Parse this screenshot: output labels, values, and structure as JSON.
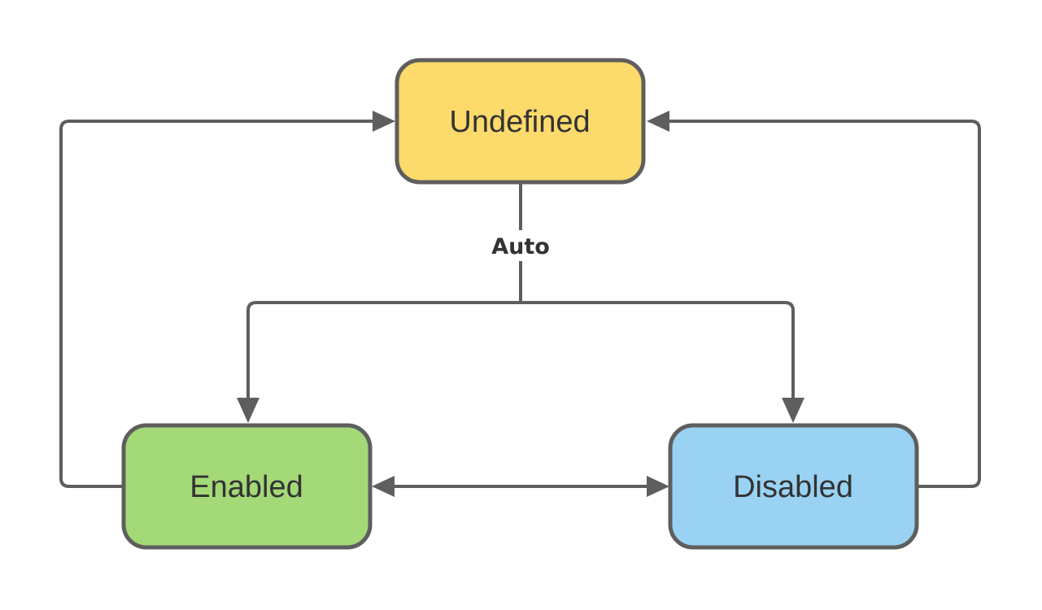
{
  "diagram": {
    "type": "state-diagram",
    "colors": {
      "background": "#FFFFFF",
      "line": "#5E5E5E",
      "node_border": "#5E5E5E",
      "text": "#333333"
    },
    "auto_label": "Auto",
    "nodes": [
      {
        "id": "undefined",
        "label": "Undefined",
        "fill": "#FCDA6B",
        "position": "top-center"
      },
      {
        "id": "enabled",
        "label": "Enabled",
        "fill": "#A3D977",
        "position": "bottom-left"
      },
      {
        "id": "disabled",
        "label": "Disabled",
        "fill": "#99D2F2",
        "position": "bottom-right"
      }
    ],
    "edges": [
      {
        "from": "Undefined",
        "to": "Enabled",
        "label": "Auto",
        "direction": "one-way"
      },
      {
        "from": "Undefined",
        "to": "Disabled",
        "label": "Auto",
        "direction": "one-way"
      },
      {
        "from": "Enabled",
        "to": "Disabled",
        "label": "",
        "direction": "two-way"
      },
      {
        "from": "Enabled",
        "to": "Undefined",
        "label": "",
        "direction": "one-way"
      },
      {
        "from": "Disabled",
        "to": "Undefined",
        "label": "",
        "direction": "one-way"
      }
    ]
  }
}
